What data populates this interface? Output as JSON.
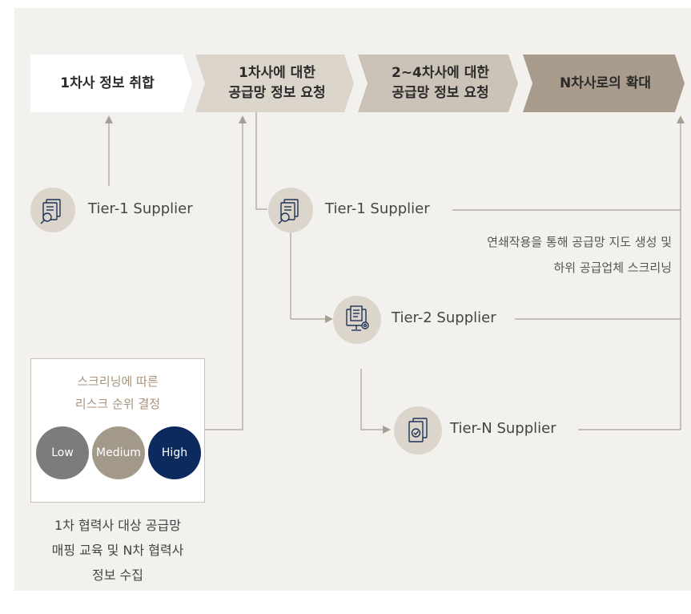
{
  "process_steps": [
    {
      "label": "1차사 정보 취합",
      "fill": "#ffffff"
    },
    {
      "label": "1차사에 대한\n공급망 정보 요청",
      "fill": "#dcd5cc"
    },
    {
      "label": "2~4차사에 대한\n공급망 정보 요청",
      "fill": "#ccc3b8"
    },
    {
      "label": "N차사로의 확대",
      "fill": "#aa9c8c"
    }
  ],
  "suppliers": {
    "left_tier1": {
      "label": "Tier-1 Supplier",
      "icon": "document-search-icon"
    },
    "tier1": {
      "label": "Tier-1 Supplier",
      "icon": "document-search-icon"
    },
    "tier2": {
      "label": "Tier-2 Supplier",
      "icon": "monitor-document-gear-icon"
    },
    "tierN": {
      "label": "Tier-N Supplier",
      "icon": "document-check-icon"
    }
  },
  "mapping_note": {
    "line1": "연쇄작용을 통해 공급망 지도 생성 및",
    "line2": "하위 공급업체 스크리닝"
  },
  "risk_panel": {
    "title_line1": "스크리닝에 따른",
    "title_line2": "리스크 순위 결정",
    "levels": [
      {
        "label": "Low",
        "color": "#7c7c7c"
      },
      {
        "label": "Medium",
        "color": "#a3998b"
      },
      {
        "label": "High",
        "color": "#0c2a5e"
      }
    ]
  },
  "caption": {
    "line1": "1차 협력사 대상 공급망",
    "line2": "매핑 교육 및 N차 협력사",
    "line3": "정보 수집"
  },
  "colors": {
    "background": "#f3f1ee",
    "line": "#a89f94",
    "icon_circle": "#dcd5cc",
    "icon_stroke": "#1f3357",
    "accent_title": "#a8927a"
  }
}
